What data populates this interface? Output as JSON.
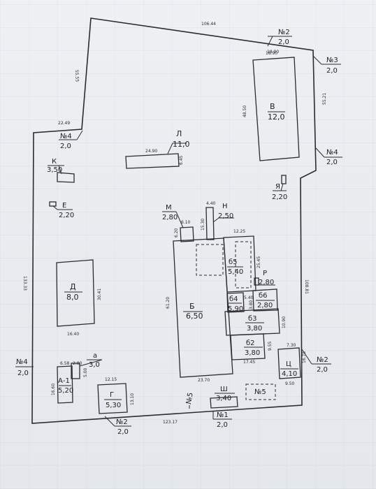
{
  "boundary_dims": {
    "top": "106.44",
    "top_right": "18.90",
    "left_upper": "55.55",
    "step": "22.49",
    "left": "133.33",
    "right": "108.81",
    "bottom": "123.17",
    "right_upper": "55.21"
  },
  "markers": [
    {
      "num": "№2",
      "val": "2,0"
    },
    {
      "num": "№3",
      "val": "2,0"
    },
    {
      "num": "№4",
      "val": "2,0"
    },
    {
      "num": "№4",
      "val": "2,0"
    },
    {
      "num": "№4",
      "val": "2,0"
    },
    {
      "num": "№2",
      "val": "2,0"
    },
    {
      "num": "№1",
      "val": "2,0"
    },
    {
      "num": "№2",
      "val": "2,0"
    }
  ],
  "buildings": {
    "V": {
      "letter": "В",
      "value": "12,0",
      "dims": [
        "18.90",
        "48.50"
      ]
    },
    "L": {
      "letter": "Л",
      "value": "11,0",
      "dims": [
        "24.90",
        "6.45"
      ]
    },
    "K": {
      "letter": "К",
      "value": "3,50"
    },
    "E": {
      "letter": "Е",
      "value": "2,20"
    },
    "YA": {
      "letter": "Я",
      "value": "2,20"
    },
    "M": {
      "letter": "М",
      "value": "2,80",
      "dims": [
        "6.10",
        "6.20"
      ]
    },
    "N": {
      "letter": "Н",
      "value": "2,50",
      "dims": [
        "4.40",
        "15.30"
      ]
    },
    "B": {
      "letter": "Б",
      "value": "6,50",
      "dims": [
        "61.20",
        "23.70",
        "12.25"
      ]
    },
    "B5": {
      "letter": "б5",
      "value": "5,40",
      "dims": [
        "25.45"
      ]
    },
    "R": {
      "letter": "Р",
      "value": "2,80"
    },
    "B4": {
      "letter": "б4",
      "value": "5,90",
      "dims": [
        "5.40"
      ]
    },
    "B6": {
      "letter": "б6",
      "value": "2,80",
      "dims": [
        "3.80"
      ]
    },
    "B3": {
      "letter": "б3",
      "value": "3,80",
      "dims": [
        "10.90"
      ]
    },
    "B2": {
      "letter": "б2",
      "value": "3,80",
      "dims": [
        "9.55",
        "17.45"
      ]
    },
    "D": {
      "letter": "Д",
      "value": "8,0",
      "dims": [
        "30.41",
        "16.40"
      ]
    },
    "A": {
      "letter": "а",
      "value": "3,0",
      "dims": [
        "2.80",
        "5.00"
      ]
    },
    "A1": {
      "letter": "А-1",
      "value": "5,20",
      "dims": [
        "6.58",
        "16.60"
      ]
    },
    "G": {
      "letter": "Г",
      "value": "5,30",
      "dims": [
        "12.15",
        "13.10"
      ]
    },
    "SH": {
      "letter": "Ш",
      "value": "3,40"
    },
    "TS": {
      "letter": "Ц",
      "value": "4,10",
      "dims": [
        "7.30",
        "9.50",
        "16.75"
      ]
    }
  },
  "wells": [
    {
      "label": "№5"
    },
    {
      "label": "№5"
    }
  ]
}
